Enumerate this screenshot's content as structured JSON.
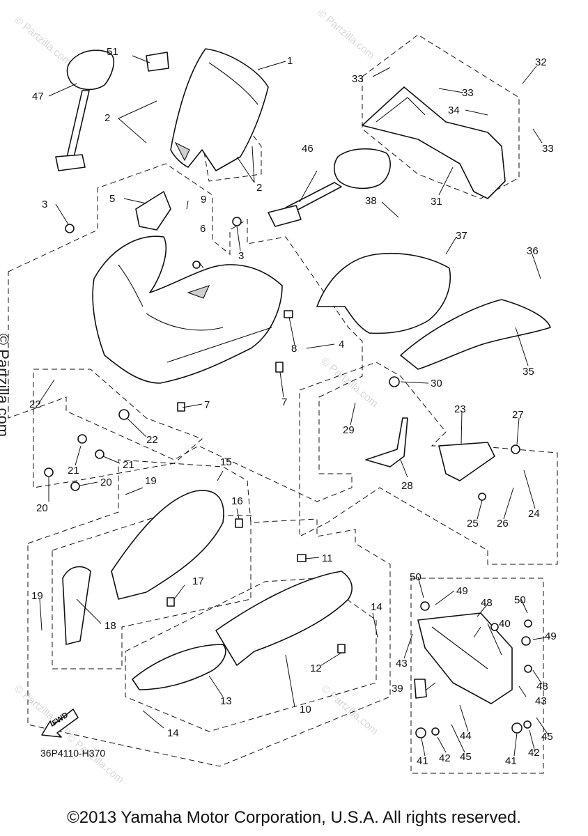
{
  "diagram": {
    "code": "36P4110-H370",
    "copyright": "©2013 Yamaha Motor Corporation, U.S.A. All rights reserved.",
    "watermark_side": "© Partzilla.com",
    "watermark_tile": "© Partzilla.com",
    "fwd_label": "FWD",
    "callouts": [
      "1",
      "2",
      "2",
      "3",
      "3",
      "4",
      "5",
      "6",
      "7",
      "7",
      "8",
      "9",
      "10",
      "11",
      "12",
      "13",
      "14",
      "14",
      "15",
      "16",
      "17",
      "18",
      "19",
      "19",
      "20",
      "20",
      "21",
      "21",
      "22",
      "22",
      "23",
      "24",
      "25",
      "26",
      "27",
      "28",
      "29",
      "30",
      "31",
      "32",
      "33",
      "33",
      "33",
      "34",
      "35",
      "36",
      "37",
      "38",
      "39",
      "40",
      "41",
      "41",
      "42",
      "42",
      "43",
      "43",
      "44",
      "45",
      "45",
      "46",
      "47",
      "48",
      "48",
      "49",
      "49",
      "50",
      "50",
      "51"
    ]
  }
}
